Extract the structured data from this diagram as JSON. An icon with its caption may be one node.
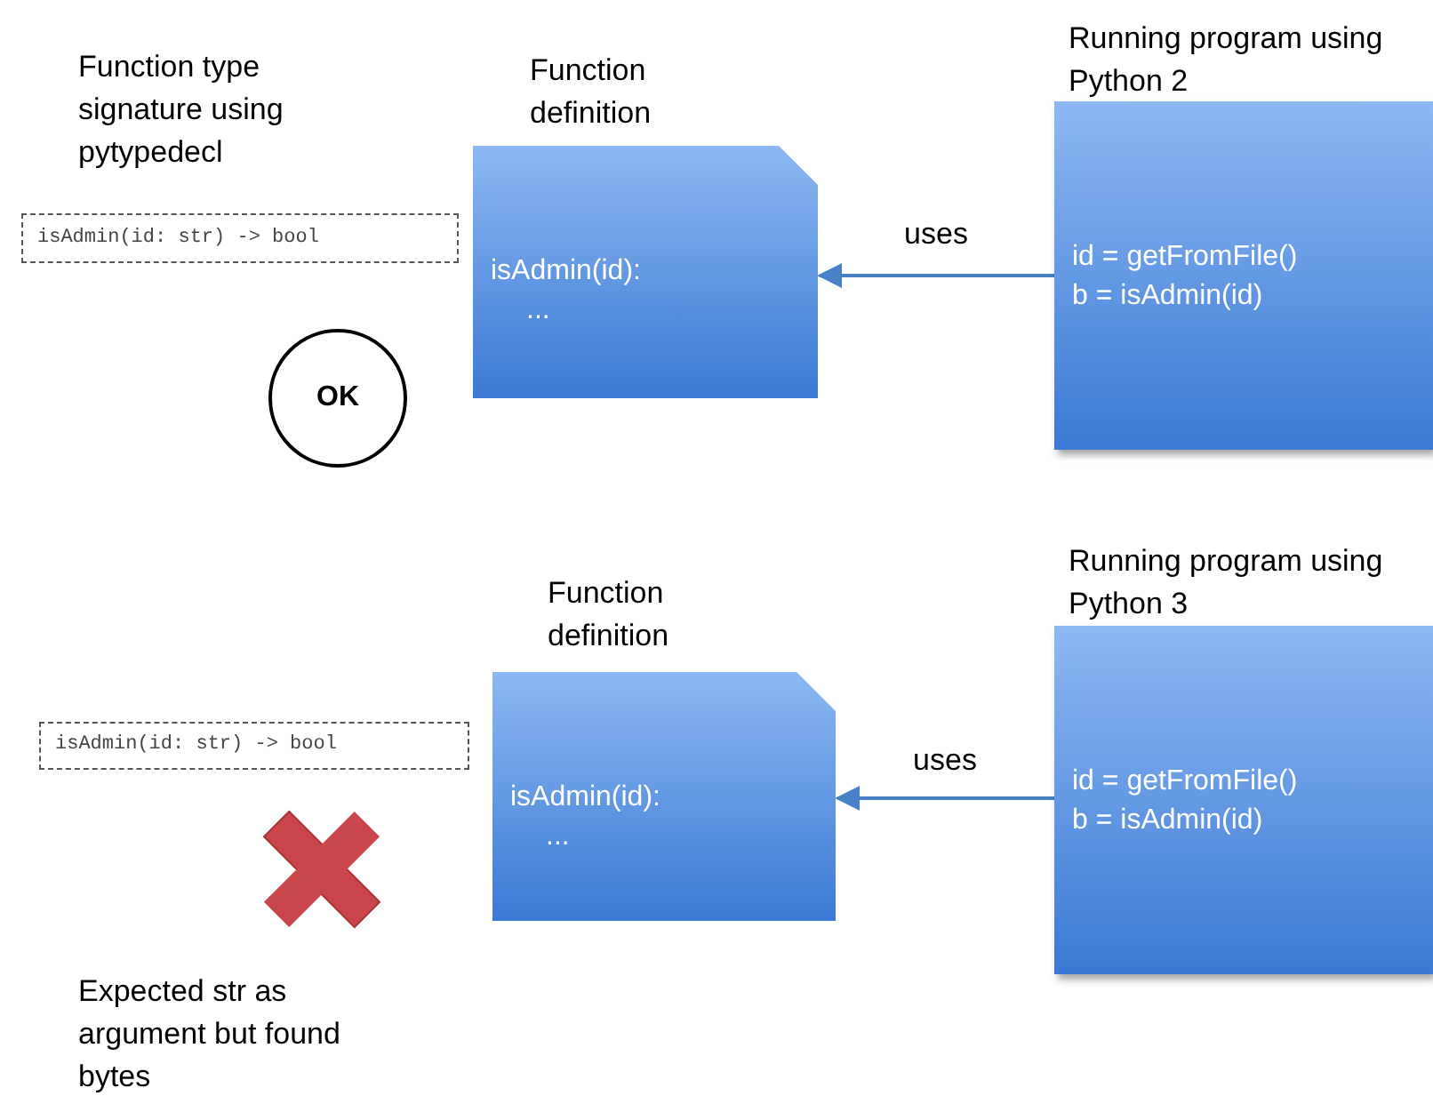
{
  "diagram": {
    "nodes": [
      {
        "text": [
          "isAdmin(id: str) -> bool"
        ]
      },
      {
        "text": [
          "Function definition",
          "isAdmin(id):",
          "..."
        ]
      },
      {
        "text": [
          "Running program using Python 2",
          "id = getFromFile()",
          "b = isAdmin(id)"
        ]
      },
      {
        "text": [
          "OK"
        ]
      },
      {
        "text": [
          "isAdmin(id: str) -> bool"
        ]
      },
      {
        "text": [
          "Function definition",
          "isAdmin(id):",
          "..."
        ]
      },
      {
        "text": [
          "Running program using Python 3",
          "id = getFromFile()",
          "b = isAdmin(id)"
        ]
      }
    ],
    "edges": [
      {
        "from": 2,
        "to": 1,
        "arrow": "to",
        "label": "uses"
      },
      {
        "from": 6,
        "to": 5,
        "arrow": "to",
        "label": "uses"
      }
    ],
    "labels": [
      "Function type signature using pytypedecl",
      "Expected str as argument but found bytes"
    ]
  }
}
